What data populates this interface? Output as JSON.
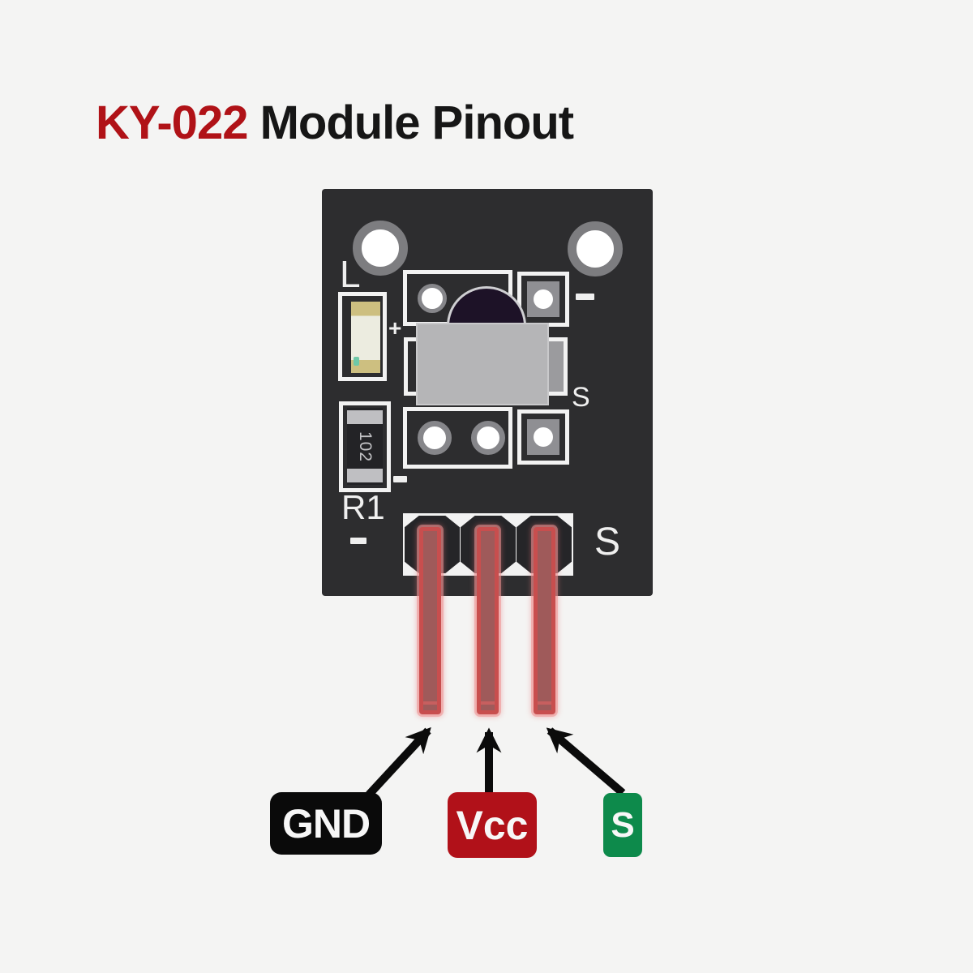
{
  "title": {
    "brand": "KY-022",
    "rest": " Module Pinout"
  },
  "board": {
    "silkscreen": {
      "led_label": "L",
      "plus_marking": "+",
      "minus_top": "-",
      "minus_mid": "-",
      "minus_bottom": "-",
      "signal_mid": "S",
      "signal_bottom": "S",
      "resistor_value": "102",
      "resistor_ref": "R1"
    }
  },
  "pinout": {
    "pins": [
      {
        "name": "GND",
        "tag_color": "#0a0a0a"
      },
      {
        "name": "Vcc",
        "tag_color": "#b11119"
      },
      {
        "name": "S",
        "tag_color": "#0d8a4b"
      }
    ]
  },
  "colors": {
    "page_background": "#f4f4f3",
    "title_accent": "#b01217",
    "title_text": "#161616",
    "board": "#2d2d2f",
    "silkscreen": "#efefef",
    "pin_border": "#c84e4e",
    "pin_fill": "#9f5a5a",
    "arrow": "#0b0b0b"
  }
}
